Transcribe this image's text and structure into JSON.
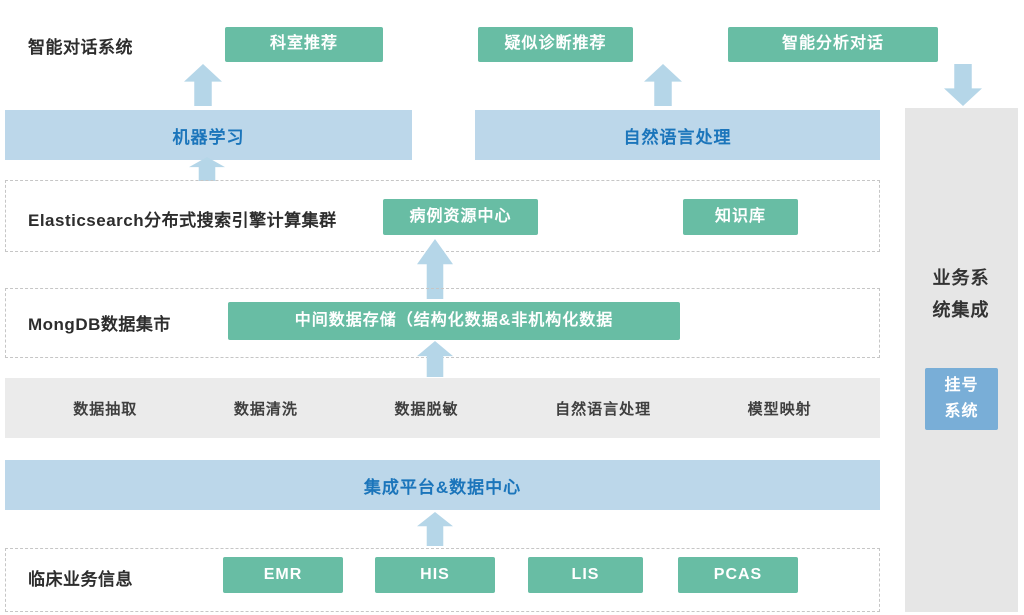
{
  "top": {
    "label": "智能对话系统",
    "buttons": [
      "科室推荐",
      "疑似诊断推荐",
      "智能分析对话"
    ]
  },
  "ai_layer": {
    "boxes": [
      "机器学习",
      "自然语言处理"
    ]
  },
  "search_layer": {
    "label": "Elasticsearch分布式搜索引擎计算集群",
    "boxes": [
      "病例资源中心",
      "知识库"
    ]
  },
  "datamart_layer": {
    "label": "MongDB数据集市",
    "box": "中间数据存储（结构化数据&非机构化数据"
  },
  "etl_band": {
    "items": [
      "数据抽取",
      "数据清洗",
      "数据脱敏",
      "自然语言处理",
      "模型映射"
    ]
  },
  "platform_layer": {
    "label": "集成平台&数据中心"
  },
  "clinical_layer": {
    "label": "临床业务信息",
    "systems": [
      "EMR",
      "HIS",
      "LIS",
      "PCAS"
    ]
  },
  "sidebar": {
    "title": "业务系统集成",
    "box": "挂号系统"
  },
  "colors": {
    "node_green": "#68bda4",
    "layer_light_blue": "#bcd7ea",
    "layer_blue_text": "#1b75bb",
    "arrow_blue": "#b5d6e8",
    "band_gray": "#ebebeb",
    "sidebar_gray": "#e6e6e6",
    "sidebar_box_blue": "#79aed7"
  }
}
